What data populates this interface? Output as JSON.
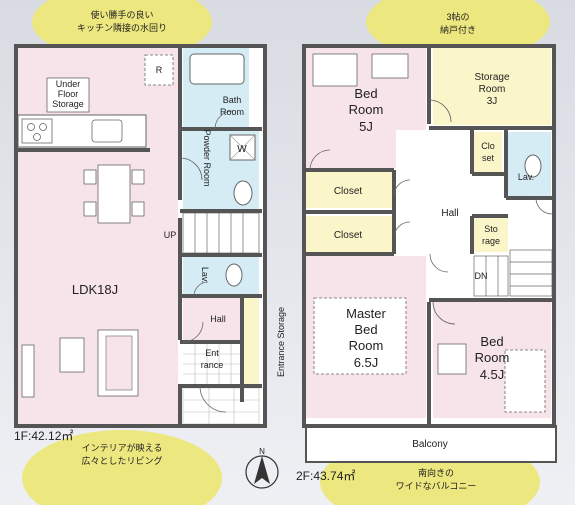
{
  "floor1": {
    "callout_top": [
      "使い勝手の良い",
      "キッチン隣接の水回り"
    ],
    "callout_bottom": [
      "インテリアが映える",
      "広々としたリビング"
    ],
    "area_label": "1F:42.12㎡",
    "rooms": {
      "under_floor_storage": [
        "Under",
        "Floor",
        "Storage"
      ],
      "refrigerator_mark": "R",
      "bath_room": [
        "Bath",
        "Room"
      ],
      "powder_room": "Powder Room",
      "washer_mark": "W",
      "up": "UP",
      "lav": "Lav.",
      "ldk": "LDK18J",
      "hall": "Hall",
      "entrance": [
        "Ent",
        "rance"
      ],
      "entrance_storage": "Entrance Storage"
    }
  },
  "floor2": {
    "callout_top": [
      "3帖の",
      "納戸付き"
    ],
    "callout_bottom": [
      "南向きの",
      "ワイドなバルコニー"
    ],
    "area_label": "2F:43.74㎡",
    "rooms": {
      "bed_room_5": [
        "Bed",
        "Room",
        "5J"
      ],
      "storage_room": [
        "Storage",
        "Room",
        "3J"
      ],
      "closet_1": "Closet",
      "closet_2": "Closet",
      "closet_small": [
        "Clo",
        "set"
      ],
      "lav": "Lav.",
      "hall": "Hall",
      "storage_small": [
        "Sto",
        "rage"
      ],
      "dn": "DN",
      "master_bed_room": [
        "Master",
        "Bed",
        "Room",
        "6.5J"
      ],
      "bed_room_45": [
        "Bed",
        "Room",
        "4.5J"
      ],
      "balcony": "Balcony"
    }
  },
  "compass": {
    "north_label": "N"
  },
  "colors": {
    "pink_room": "#f7e3ea",
    "blue_wet": "#d6ecf5",
    "yellow_storage": "#fbf6c9",
    "wall": "#555555",
    "callout": "#ece77e"
  }
}
